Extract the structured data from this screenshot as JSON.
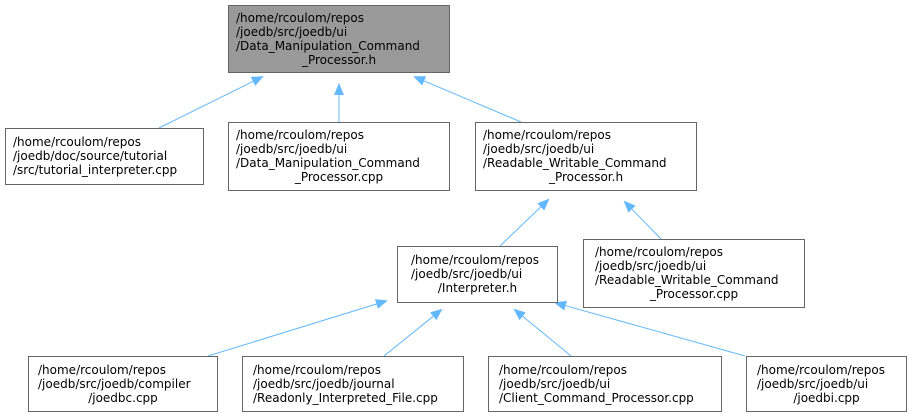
{
  "colors": {
    "edge": "#63b8ff",
    "node_border": "#666666",
    "root_fill": "#999999",
    "node_fill": "#ffffff"
  },
  "nodes": {
    "root": [
      "/home/rcoulom/repos",
      "/joedb/src/joedb/ui",
      "/Data_Manipulation_Command",
      "_Processor.h"
    ],
    "tutorial_interpreter": [
      "/home/rcoulom/repos",
      "/joedb/doc/source/tutorial",
      "/src/tutorial_interpreter.cpp"
    ],
    "dm_cpp": [
      "/home/rcoulom/repos",
      "/joedb/src/joedb/ui",
      "/Data_Manipulation_Command",
      "_Processor.cpp"
    ],
    "rw_h": [
      "/home/rcoulom/repos",
      "/joedb/src/joedb/ui",
      "/Readable_Writable_Command",
      "_Processor.h"
    ],
    "interpreter_h": [
      "/home/rcoulom/repos",
      "/joedb/src/joedb/ui",
      "/Interpreter.h"
    ],
    "rw_cpp": [
      "/home/rcoulom/repos",
      "/joedb/src/joedb/ui",
      "/Readable_Writable_Command",
      "_Processor.cpp"
    ],
    "joedbc": [
      "/home/rcoulom/repos",
      "/joedb/src/joedb/compiler",
      "/joedbc.cpp"
    ],
    "readonly_interpreted": [
      "/home/rcoulom/repos",
      "/joedb/src/joedb/journal",
      "/Readonly_Interpreted_File.cpp"
    ],
    "client_cp": [
      "/home/rcoulom/repos",
      "/joedb/src/joedb/ui",
      "/Client_Command_Processor.cpp"
    ],
    "joedbi": [
      "/home/rcoulom/repos",
      "/joedb/src/joedb/ui",
      "/joedbi.cpp"
    ]
  }
}
